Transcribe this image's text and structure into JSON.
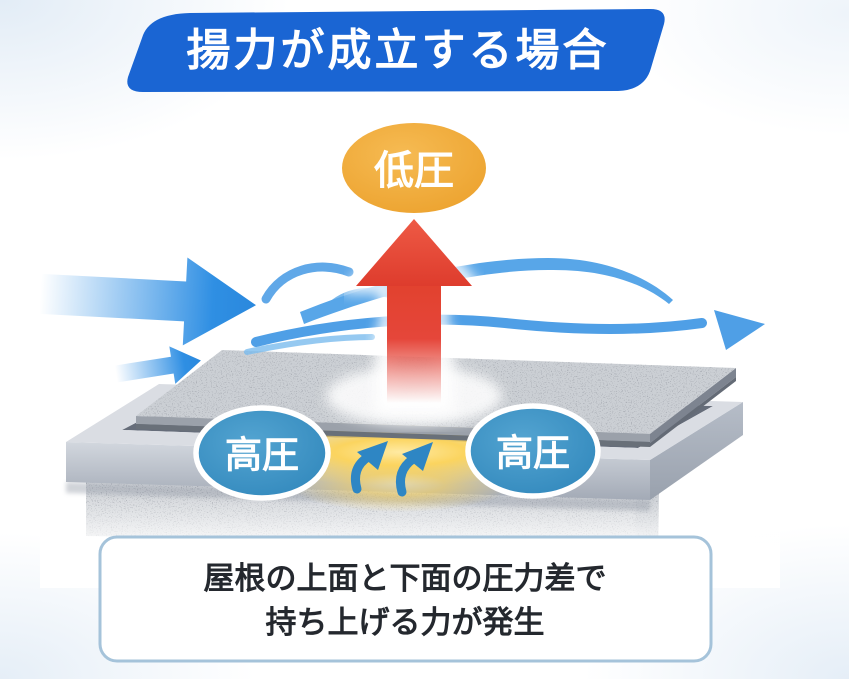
{
  "diagram": {
    "title": "揚力が成立する場合",
    "bubbles": {
      "low_pressure": "低圧",
      "high_pressure_left": "高圧",
      "high_pressure_right": "高圧"
    },
    "caption": {
      "line1": "屋根の上面と下面の圧力差で",
      "line2": "持ち上げる力が発生"
    },
    "colors": {
      "banner_blue": "#1a65d3",
      "low_pressure_orange": "#efa733",
      "high_pressure_blue": "#3a92c2",
      "lift_arrow_red": "#e5463a",
      "wind_arrow_blue": "#2f8fe3",
      "streamline_blue": "#58a6e8",
      "pressure_glow_yellow": "#fbd45f",
      "roof_gray": "#cbcfd4",
      "parapet_gray": "#d0d5dc",
      "caption_border_blue": "#a5c3da",
      "text_dark": "#24282e"
    },
    "icons": {
      "wind_arrow_large": "right-arrow-icon",
      "wind_arrow_small": "right-arrow-icon",
      "lift_arrow": "up-arrow-icon",
      "updraft_left": "curved-up-arrow-icon",
      "updraft_right": "curved-up-arrow-icon",
      "streamline_end": "flow-arrow-icon"
    }
  }
}
